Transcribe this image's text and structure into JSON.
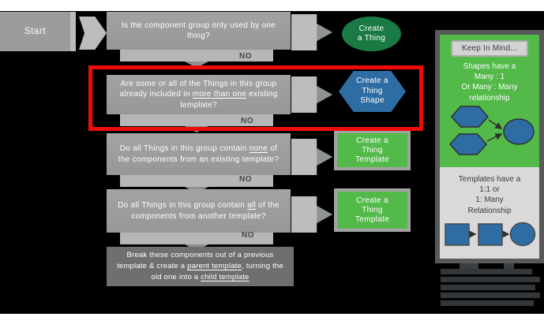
{
  "colors": {
    "canvas": "#000000",
    "box_gray": "#9c9c9c",
    "final_gray": "#6f6f6f",
    "arrow_gray": "#bdbdbd",
    "dark_green": "#1b7a44",
    "blue": "#2e6da4",
    "green": "#53b949",
    "frame_gray": "#595959",
    "panel_gray": "#d9d9d9",
    "highlight_red": "#ee0c09"
  },
  "flow": {
    "start_label": "Start",
    "no_label": "NO",
    "decisions": [
      {
        "segments": [
          {
            "text": "Is the component group only used by one thing?"
          }
        ]
      },
      {
        "segments": [
          {
            "text": "Are some or all of the Things in this group already included in "
          },
          {
            "text": "more than one",
            "u": true
          },
          {
            "text": " existing template?"
          }
        ]
      },
      {
        "segments": [
          {
            "text": "Do all Things in this group contain "
          },
          {
            "text": "none",
            "u": true
          },
          {
            "text": " of the components from an existing template?"
          }
        ]
      },
      {
        "segments": [
          {
            "text": "Do all Things in this group contain "
          },
          {
            "text": "all",
            "u": true
          },
          {
            "text": " of the components from another template?"
          }
        ]
      }
    ],
    "final_segments": [
      {
        "text": "Break these components out of a previous template & create a "
      },
      {
        "text": "parent template",
        "u": true
      },
      {
        "text": ", turning the old one into a "
      },
      {
        "text": "child template",
        "u": true
      }
    ],
    "outcomes": [
      {
        "label": "Create a Thing",
        "shape": "ellipse",
        "lines": [
          "Create",
          "a Thing"
        ]
      },
      {
        "label": "Create a Thing Shape",
        "shape": "hexagon",
        "lines": [
          "Create a",
          "Thing",
          "Shape"
        ]
      },
      {
        "label": "Create a Thing Template",
        "shape": "rectangle",
        "lines": [
          "Create a",
          "Thing",
          "Template"
        ]
      },
      {
        "label": "Create a Thing Template",
        "shape": "rectangle",
        "lines": [
          "Create a",
          "Thing",
          "Template"
        ]
      }
    ]
  },
  "sidebar": {
    "button_label": "Keep In Mind...",
    "shapes_note_lines": [
      "Shapes have a",
      "Many : 1",
      "Or Many : Many",
      "relationship"
    ],
    "templates_note_lines": [
      "Templates have a",
      "1:1 or",
      "1: Many",
      "Relationship"
    ]
  }
}
